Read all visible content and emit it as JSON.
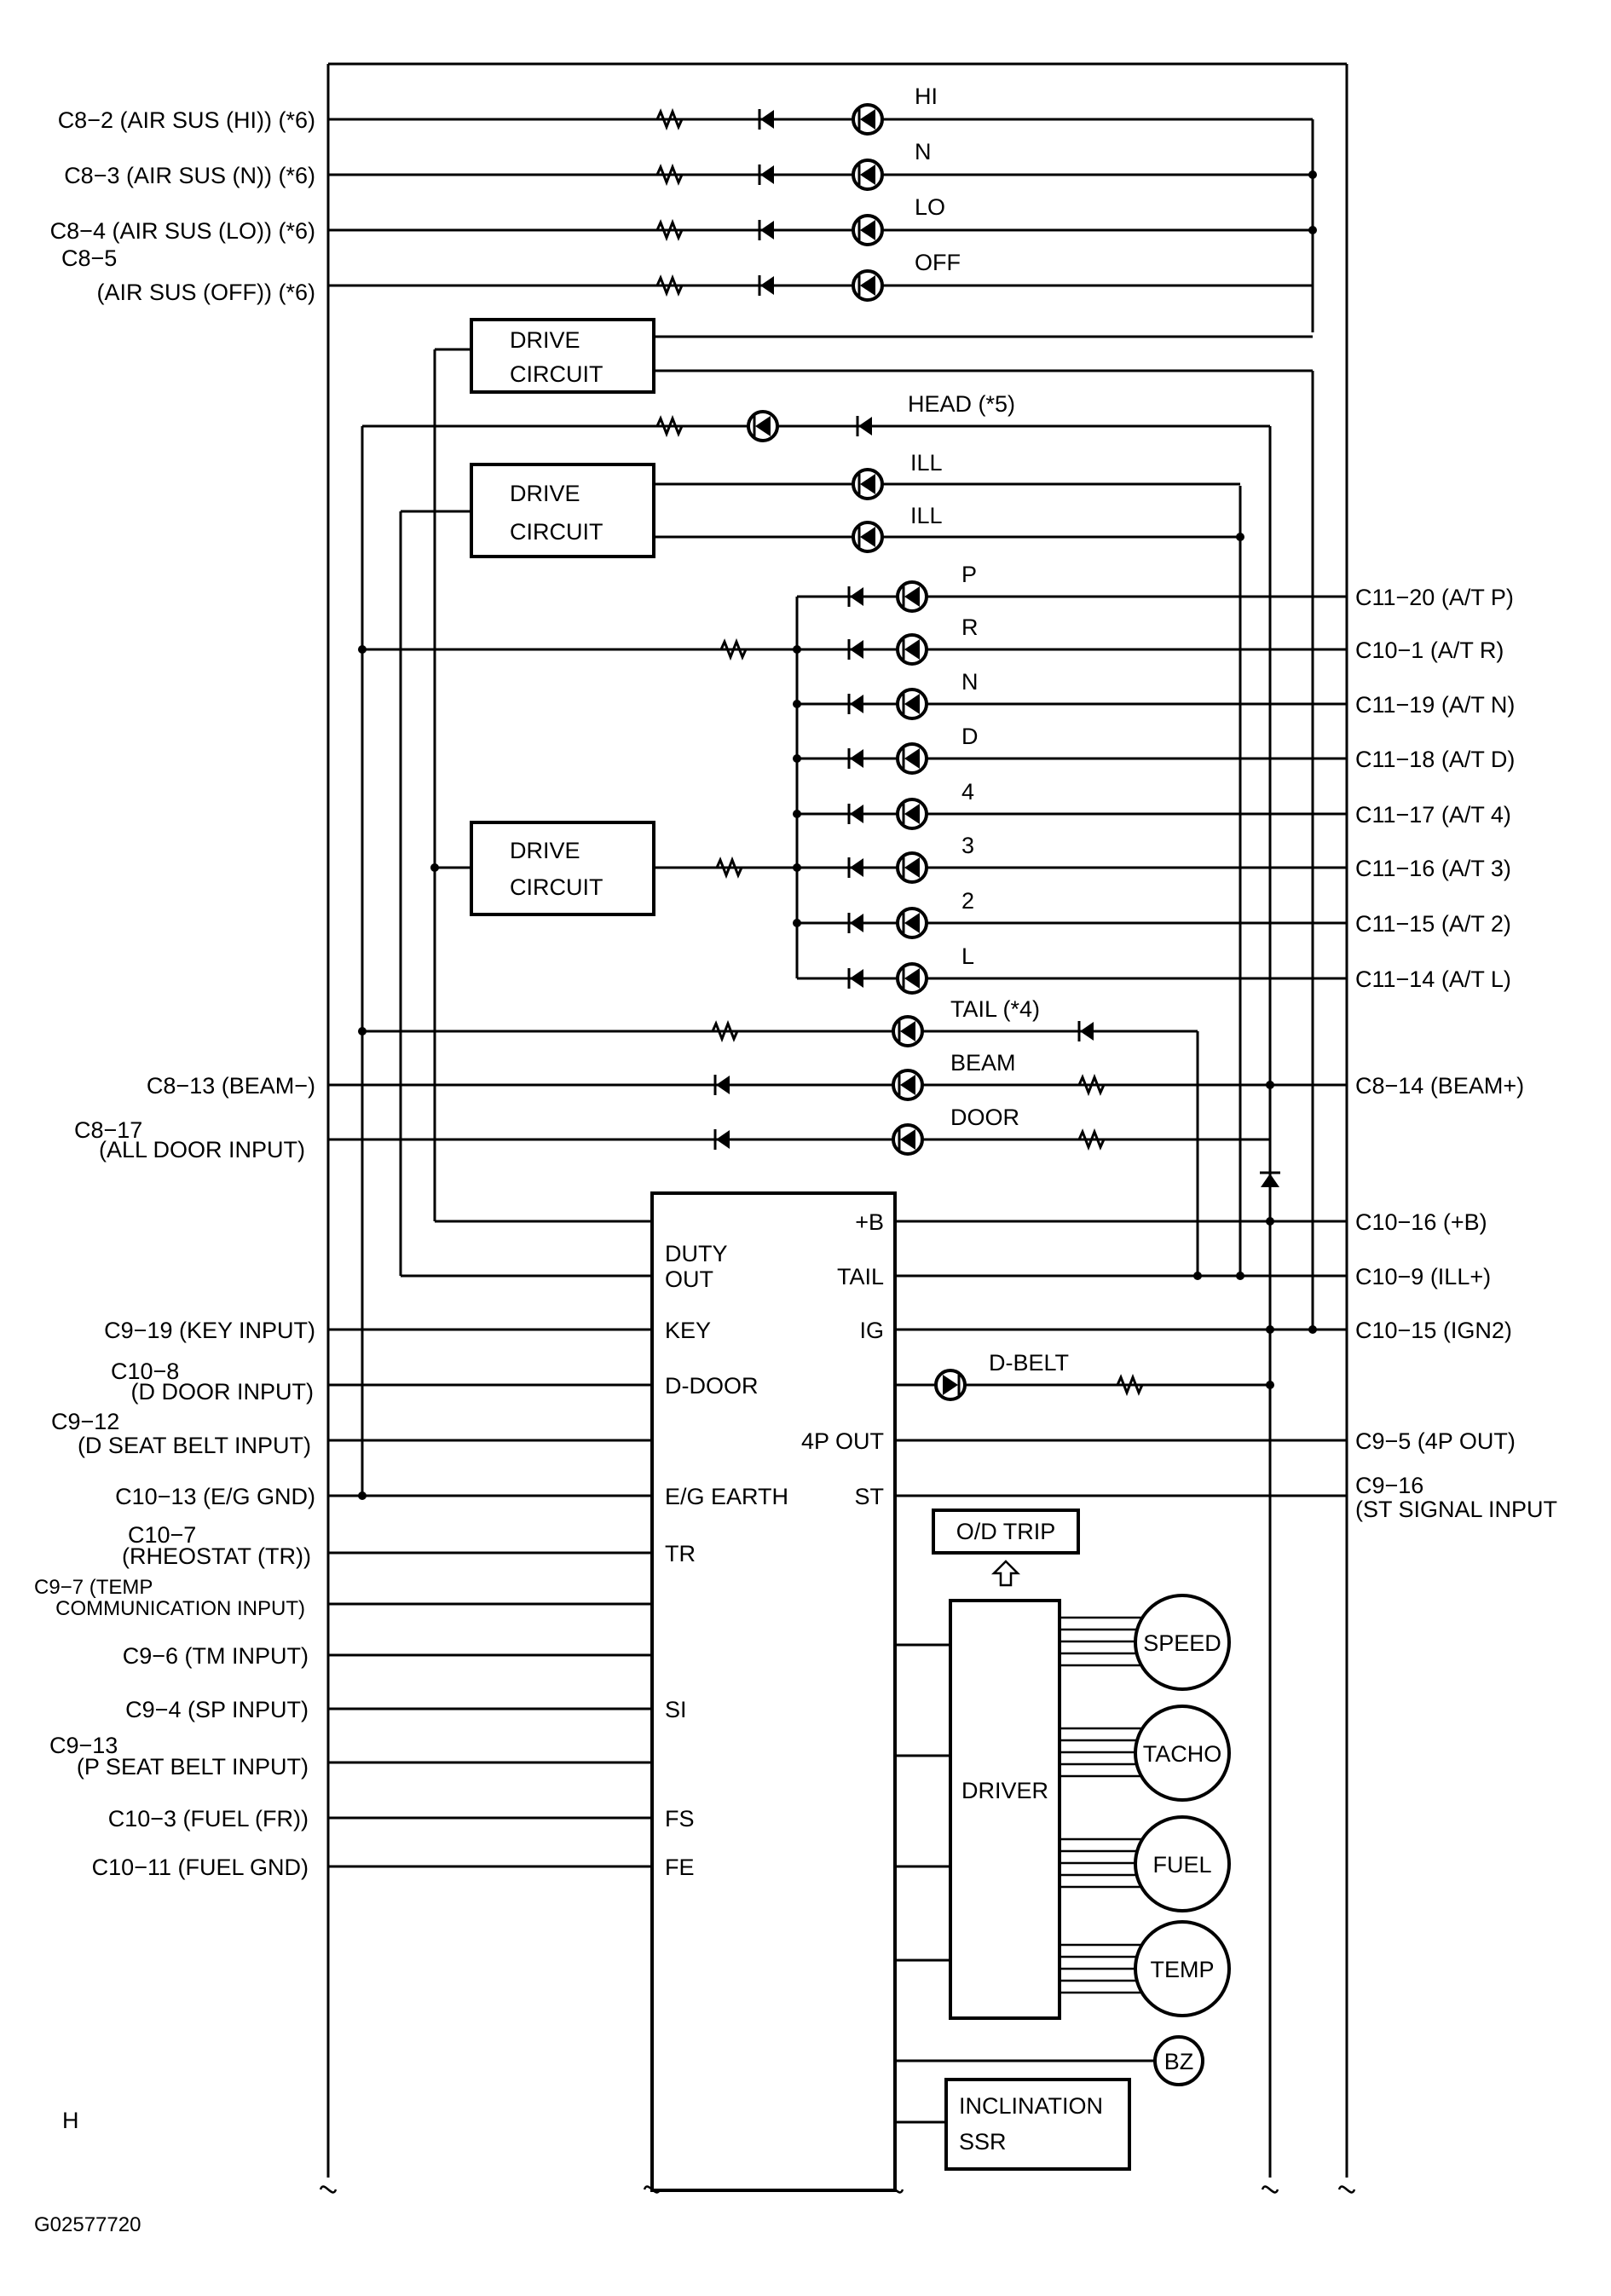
{
  "left_labels": {
    "c8_2": "C8−2 (AIR SUS (HI)) (*6)",
    "c8_3": "C8−3 (AIR SUS (N)) (*6)",
    "c8_4": "C8−4 (AIR SUS (LO)) (*6)",
    "c8_5_a": "C8−5",
    "c8_5_b": "(AIR SUS (OFF)) (*6)",
    "c8_13": "C8−13 (BEAM−)",
    "c8_17_a": "C8−17",
    "c8_17_b": "(ALL DOOR INPUT)",
    "c9_19": "C9−19 (KEY INPUT)",
    "c10_8_a": "C10−8",
    "c10_8_b": "(D DOOR INPUT)",
    "c9_12_a": "C9−12",
    "c9_12_b": "(D SEAT BELT INPUT)",
    "c10_13": "C10−13 (E/G GND)",
    "c10_7_a": "C10−7",
    "c10_7_b": "(RHEOSTAT (TR))",
    "c9_7_a": "C9−7 (TEMP",
    "c9_7_b": "COMMUNICATION INPUT)",
    "c9_6": "C9−6 (TM INPUT)",
    "c9_4": "C9−4 (SP INPUT)",
    "c9_13_a": "C9−13",
    "c9_13_b": "(P SEAT BELT INPUT)",
    "c10_3": "C10−3 (FUEL (FR))",
    "c10_11": "C10−11 (FUEL GND)"
  },
  "right_labels": {
    "c11_20": "C11−20 (A/T P)",
    "c10_1": "C10−1 (A/T R)",
    "c11_19": "C11−19 (A/T N)",
    "c11_18": "C11−18 (A/T D)",
    "c11_17": "C11−17 (A/T 4)",
    "c11_16": "C11−16 (A/T 3)",
    "c11_15": "C11−15 (A/T 2)",
    "c11_14": "C11−14 (A/T L)",
    "c8_14": "C8−14 (BEAM+)",
    "c10_16": "C10−16 (+B)",
    "c10_9": "C10−9  (ILL+)",
    "c10_15": "C10−15 (IGN2)",
    "c9_5": "C9−5 (4P OUT)",
    "c9_16_a": "C9−16",
    "c9_16_b": "(ST SIGNAL INPUT"
  },
  "lamps": {
    "hi": "HI",
    "n": "N",
    "lo": "LO",
    "off": "OFF",
    "head": "HEAD (*5)",
    "ill1": "ILL",
    "ill2": "ILL",
    "p": "P",
    "r": "R",
    "n2": "N",
    "d": "D",
    "four": "4",
    "three": "3",
    "two": "2",
    "l": "L",
    "tail": "TAIL (*4)",
    "beam": "BEAM",
    "door": "DOOR",
    "dbelt": "D-BELT"
  },
  "drive_circuit": {
    "line1": "DRIVE",
    "line2": "CIRCUIT"
  },
  "ic_pins": {
    "duty_a": "DUTY",
    "duty_b": "OUT",
    "key": "KEY",
    "ddoor": "D-DOOR",
    "eg_earth": "E/G EARTH",
    "tr": "TR",
    "si": "SI",
    "fs": "FS",
    "fe": "FE",
    "plus_b": "+B",
    "tail": "TAIL",
    "ig": "IG",
    "out4p": "4P OUT",
    "st": "ST"
  },
  "gauges": {
    "od_trip": "O/D TRIP",
    "driver": "DRIVER",
    "speed": "SPEED",
    "tacho": "TACHO",
    "fuel": "FUEL",
    "temp": "TEMP",
    "bz": "BZ"
  },
  "inclination": {
    "line1": "INCLINATION",
    "line2": "SSR"
  },
  "corner_mark": "H",
  "figure_id": "G02577720"
}
